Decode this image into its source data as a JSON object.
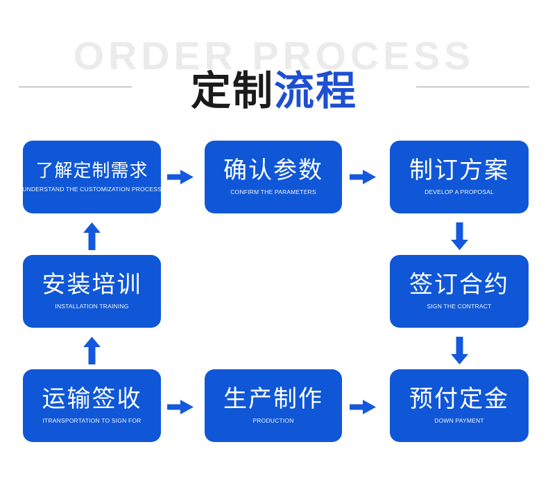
{
  "header": {
    "watermark": "ORDER PROCESS",
    "title": {
      "black": "定制",
      "blue": "流程"
    }
  },
  "colors": {
    "box_blue": "#0f57d6",
    "arrow_blue": "#1458dd",
    "title_blue": "#1e4fd1",
    "title_black": "#1b1b1b",
    "watermark_gray": "#ebebeb",
    "divider_gray": "#9b9b9b"
  },
  "flow": {
    "boxes": [
      {
        "title": "了解定制需求",
        "subtitle": "UNDERSTAND THE CUSTOMIZATION PROCESS"
      },
      {
        "title": "确认参数",
        "subtitle": "CONFIRM THE PARAMETERS"
      },
      {
        "title": "制订方案",
        "subtitle": "DEVELOP A PROPOSAL"
      },
      {
        "title": "安装培训",
        "subtitle": "INSTALLATION TRAINING"
      },
      {
        "title": "签订合约",
        "subtitle": "SIGN THE CONTRACT"
      },
      {
        "title": "运输签收",
        "subtitle": "ITRANSPORTATION TO SIGN FOR"
      },
      {
        "title": "生产制作",
        "subtitle": "PRODUCTION"
      },
      {
        "title": "预付定金",
        "subtitle": "DOWN PAYMENT"
      }
    ],
    "arrows": [
      {
        "direction": "right",
        "from": "了解定制需求",
        "to": "确认参数"
      },
      {
        "direction": "right",
        "from": "确认参数",
        "to": "制订方案"
      },
      {
        "direction": "down",
        "from": "制订方案",
        "to": "签订合约"
      },
      {
        "direction": "up",
        "from": "安装培训",
        "to": "了解定制需求"
      },
      {
        "direction": "down",
        "from": "签订合约",
        "to": "预付定金"
      },
      {
        "direction": "up",
        "from": "运输签收",
        "to": "安装培训"
      },
      {
        "direction": "right",
        "from": "运输签收",
        "to": "生产制作"
      },
      {
        "direction": "right",
        "from": "生产制作",
        "to": "预付定金"
      }
    ]
  }
}
